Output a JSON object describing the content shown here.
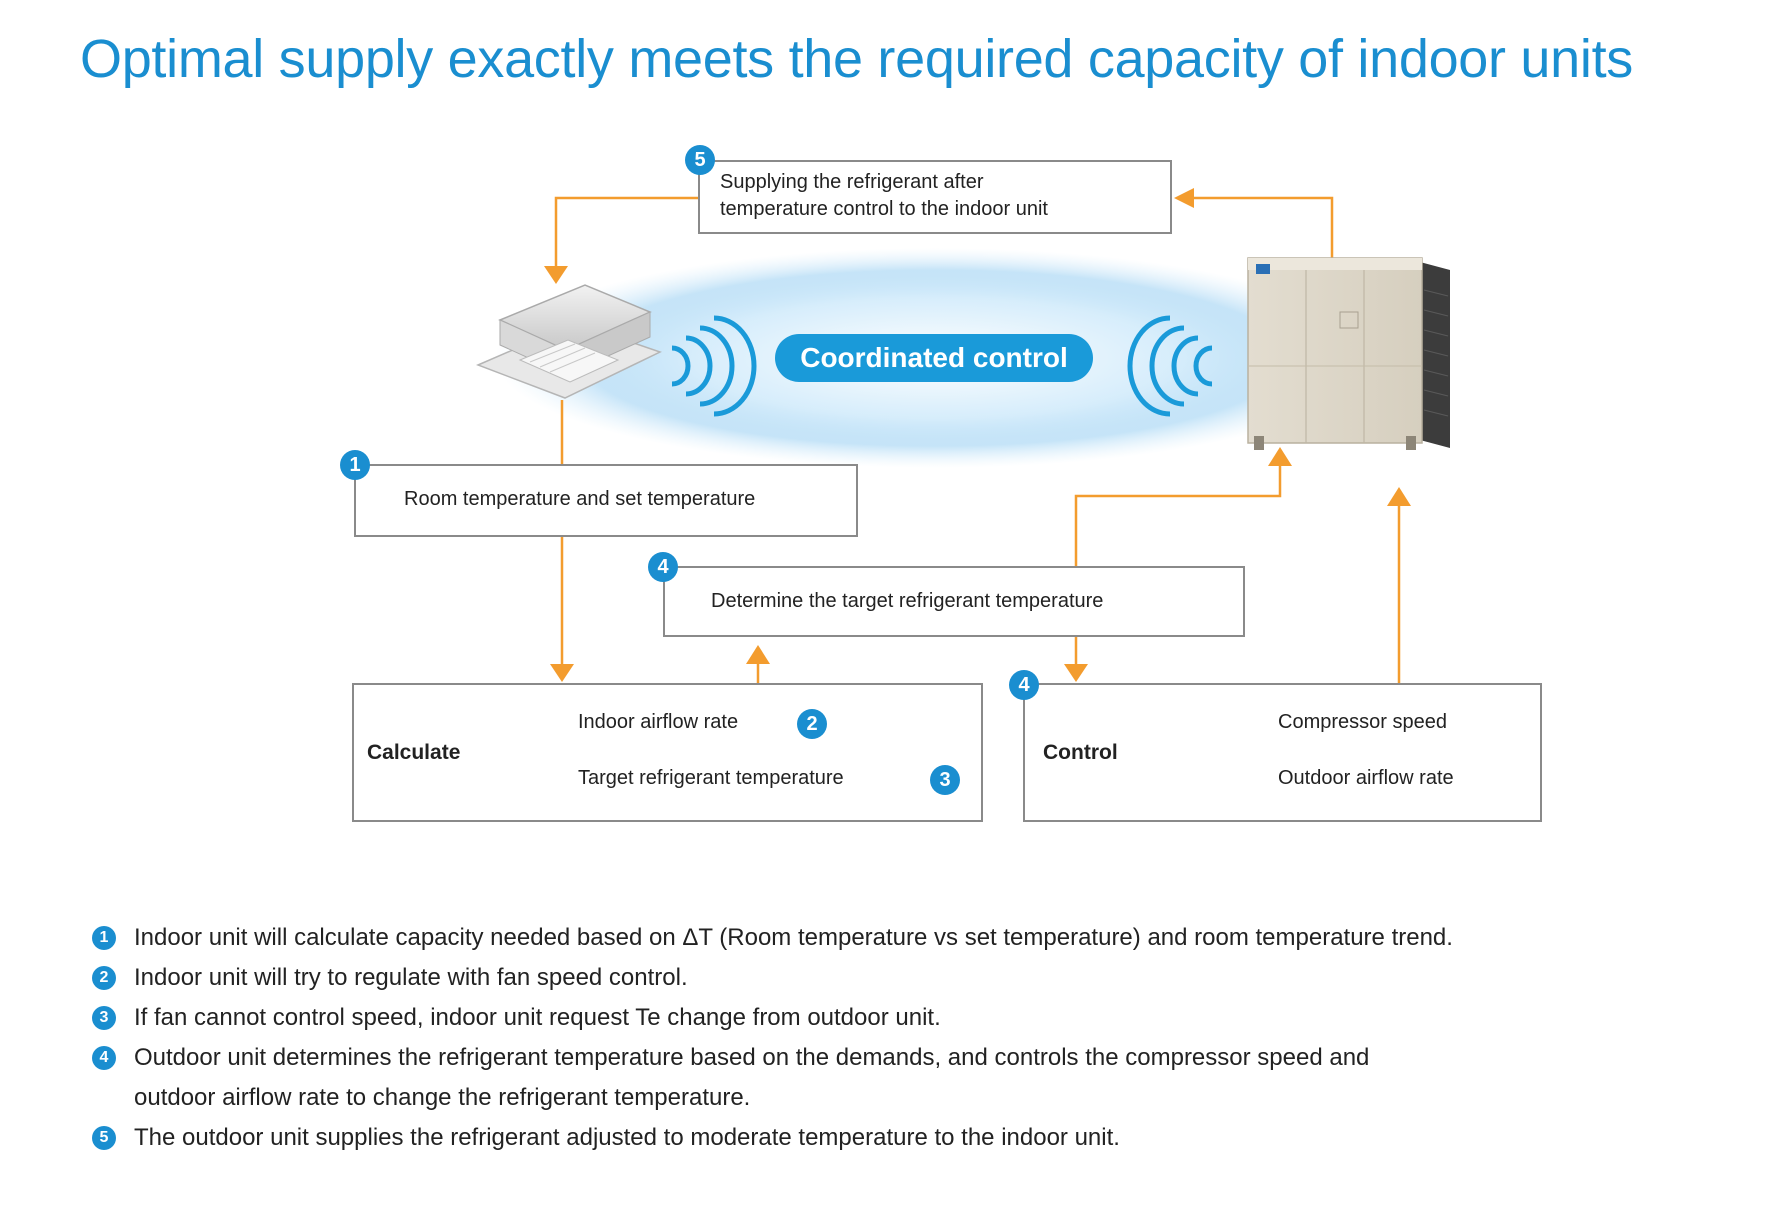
{
  "title": "Optimal supply exactly meets the required capacity of indoor units",
  "colors": {
    "accent": "#1a8ed0",
    "arrow": "#f39c2e",
    "border": "#8a8a8a"
  },
  "diagram": {
    "coordinated_label": "Coordinated control",
    "step5_box": {
      "badge": "5",
      "line1": "Supplying the refrigerant after",
      "line2": "temperature control to the indoor unit"
    },
    "step1_box": {
      "badge": "1",
      "text": "Room temperature and set temperature",
      "icon": "thermometer-icon"
    },
    "step4_top_box": {
      "badge": "4",
      "text": "Determine the target refrigerant temperature",
      "icon": "thermometer-icon"
    },
    "calculate_box": {
      "label": "Calculate",
      "items": [
        {
          "text": "Indoor airflow rate",
          "badge": "2",
          "icon": "fan-airflow-icon"
        },
        {
          "text": "Target refrigerant temperature",
          "badge": "3",
          "icon": "thermometer-icon"
        }
      ]
    },
    "control_box": {
      "label": "Control",
      "badge": "4",
      "items": [
        {
          "text": "Compressor speed",
          "icon": "compressor-icon"
        },
        {
          "text": "Outdoor airflow rate",
          "icon": "fan-icon"
        }
      ]
    }
  },
  "notes": [
    {
      "num": "1",
      "lines": [
        "Indoor unit will calculate capacity needed based on ΔT (Room temperature vs set temperature) and room temperature trend."
      ]
    },
    {
      "num": "2",
      "lines": [
        "Indoor unit will try to regulate with fan speed control."
      ]
    },
    {
      "num": "3",
      "lines": [
        "If fan cannot control speed, indoor unit request Te change from outdoor unit."
      ]
    },
    {
      "num": "4",
      "lines": [
        "Outdoor unit determines the refrigerant temperature based on the demands, and controls the compressor speed and",
        "outdoor airflow rate to change the refrigerant temperature."
      ]
    },
    {
      "num": "5",
      "lines": [
        "The outdoor unit supplies the refrigerant adjusted to moderate temperature to the indoor unit."
      ]
    }
  ]
}
